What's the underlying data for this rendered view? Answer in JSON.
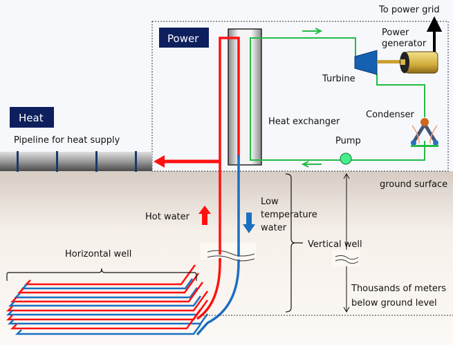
{
  "labels": {
    "power": "Power",
    "heat": "Heat",
    "pipeline": "Pipeline for heat supply",
    "to_power_grid": "To power grid",
    "power_generator_line1": "Power",
    "power_generator_line2": "generator",
    "turbine": "Turbine",
    "condenser": "Condenser",
    "pump": "Pump",
    "heat_exchanger": "Heat exchanger",
    "ground_surface": "ground surface",
    "hot_water": "Hot water",
    "low_temp_line1": "Low",
    "low_temp_line2": "temperature",
    "low_temp_line3": "water",
    "vertical_well": "Vertical well",
    "horizontal_well": "Horizontal well",
    "depth_line1": "Thousands of meters",
    "depth_line2": "below ground level"
  },
  "colors": {
    "hot": "#ff1010",
    "cold": "#1a6fc0",
    "working_fluid": "#22bb44",
    "label_bg": "#0d1f5c",
    "turbine": "#1560b0",
    "generator": "#d9b84a",
    "pump": "#44ee88"
  }
}
